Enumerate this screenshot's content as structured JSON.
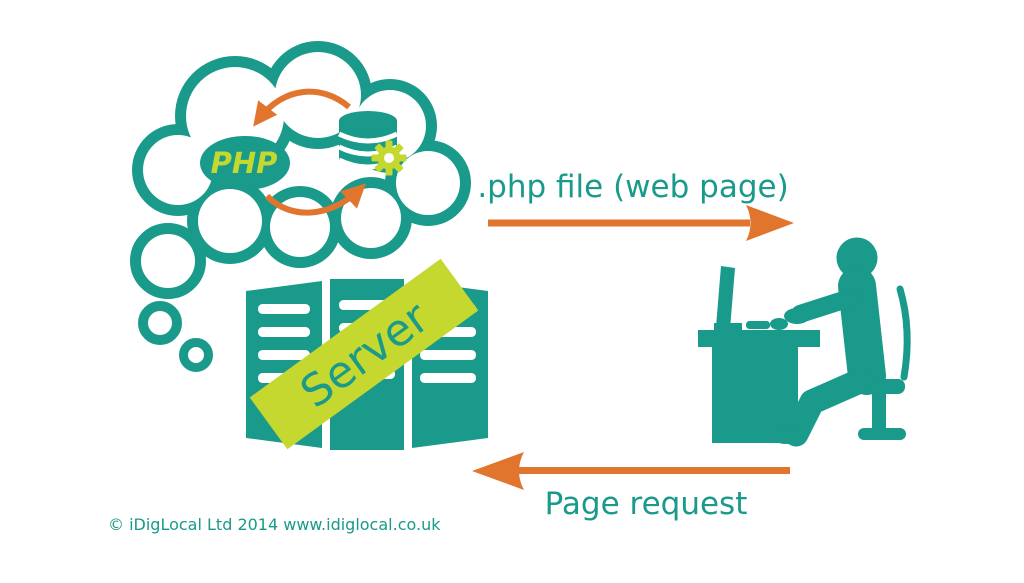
{
  "colors": {
    "teal": "#199a8a",
    "orange": "#e2752e",
    "yellowgreen": "#c4d830",
    "background": "#ffffff"
  },
  "cloud": {
    "php_label": "PHP",
    "icons": [
      "database-icon",
      "gear-icon",
      "cycle-arrow-left",
      "cycle-arrow-right"
    ]
  },
  "server": {
    "banner_label": "Server"
  },
  "response": {
    "label": ".php file (web page)"
  },
  "request": {
    "label": "Page request"
  },
  "footer": {
    "copyright": "© iDigLocal Ltd 2014 www.idiglocal.co.uk"
  }
}
